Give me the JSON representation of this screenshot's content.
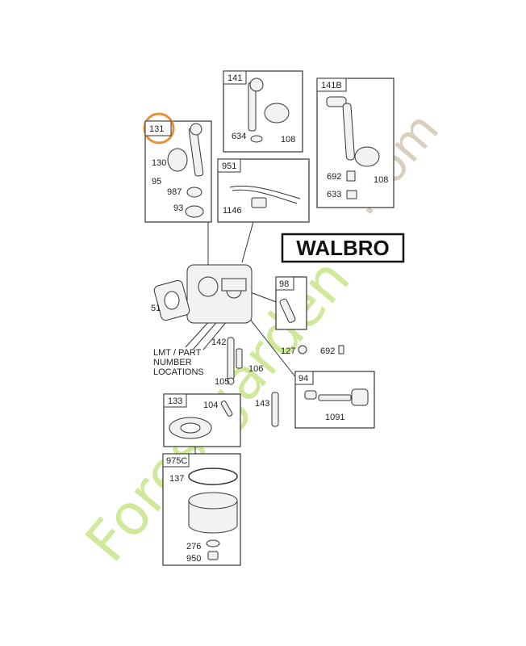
{
  "brand": "WALBRO",
  "watermark": {
    "main": "Forestgarden",
    "suffix": ".com"
  },
  "note_lines": [
    "LMT / PART",
    "NUMBER",
    "LOCATIONS"
  ],
  "groups": {
    "g131": {
      "tag": "131",
      "parts": [
        "130",
        "95",
        "987",
        "93"
      ]
    },
    "g141": {
      "tag": "141",
      "parts": [
        "634",
        "108"
      ]
    },
    "g141b": {
      "tag": "141B",
      "parts": [
        "692",
        "633",
        "108"
      ]
    },
    "g951": {
      "tag": "951",
      "parts": [
        "1146"
      ]
    },
    "g98": {
      "tag": "98",
      "parts": []
    },
    "g94": {
      "tag": "94",
      "parts": [
        "1091"
      ]
    },
    "g133": {
      "tag": "133",
      "parts": [
        "104"
      ]
    },
    "g975c": {
      "tag": "975C",
      "parts": [
        "137",
        "276",
        "950"
      ]
    }
  },
  "loose_parts": [
    "51",
    "142",
    "106",
    "105",
    "143",
    "127",
    "692"
  ],
  "highlight": {
    "part": "131",
    "color": "#e8913a"
  }
}
